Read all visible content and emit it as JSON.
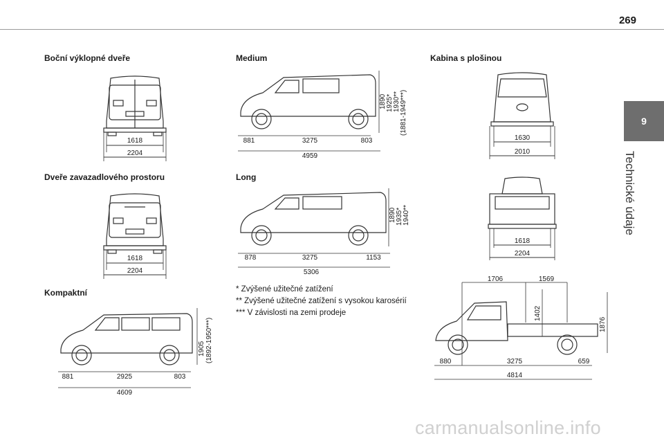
{
  "page_number": "269",
  "side_tab": {
    "number": "9",
    "label": "Technické údaje"
  },
  "sections": {
    "bocni": {
      "title": "Boční výklopné dveře",
      "dims": [
        "1618",
        "2204"
      ]
    },
    "zavazadlovy": {
      "title": "Dveře zavazadlového prostoru",
      "dims": [
        "1618",
        "2204"
      ]
    },
    "kompaktni": {
      "title": "Kompaktní",
      "wheelbase": "2925",
      "front": "881",
      "rear": "803",
      "total": "4609",
      "height": [
        "1905",
        "(1892-1950***)"
      ]
    },
    "medium": {
      "title": "Medium",
      "wheelbase": "3275",
      "front": "881",
      "rear": "803",
      "total": "4959",
      "height": [
        "1890",
        "1925*",
        "1930**",
        "(1881-1949***)"
      ]
    },
    "long": {
      "title": "Long",
      "wheelbase": "3275",
      "front": "878",
      "rear": "1153",
      "total": "5306",
      "height": [
        "1890",
        "1935*",
        "1940**"
      ]
    },
    "kabina": {
      "title": "Kabina s plošinou",
      "front_dims": [
        "1630",
        "2010"
      ],
      "rear_dims": [
        "1618",
        "2204"
      ],
      "top": [
        "1706",
        "1569"
      ],
      "bed_height": "1402",
      "total_height": "1876",
      "wheelbase": "3275",
      "front": "880",
      "rear": "659",
      "total": "4814"
    }
  },
  "notes": [
    "* Zvýšené užitečné zatížení",
    "** Zvýšené užitečné zatížení s vysokou karosérií",
    "*** V závislosti na zemi prodeje"
  ],
  "watermark": "carmanualsonline.info"
}
